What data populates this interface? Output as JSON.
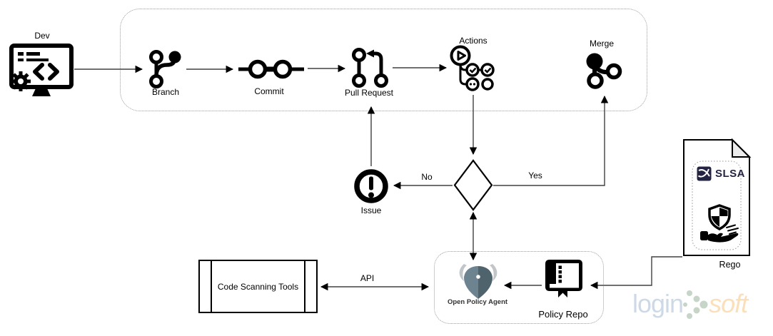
{
  "nodes": {
    "dev": "Dev",
    "branch": "Branch",
    "commit": "Commit",
    "pull_request": "Pull Request",
    "actions": "Actions",
    "merge": "Merge",
    "issue": "Issue",
    "open_policy_agent": "Open Policy Agent",
    "policy_repo": "Policy Repo",
    "code_scanning_tools": "Code Scanning Tools",
    "rego": "Rego",
    "slsa": "SLSA"
  },
  "edges": {
    "no": "No",
    "yes": "Yes",
    "api": "API"
  },
  "watermark": {
    "login": "login",
    "soft": "soft"
  },
  "colors": {
    "connector": "#404040",
    "opa_horn": "#c2c6c8",
    "opa_face_left": "#6d8390",
    "opa_face_right": "#4f636d",
    "slsa_navy": "#232342",
    "watermark_login": "#cdd9e6",
    "watermark_dots": "#c7d4c8",
    "watermark_soft": "#fbdfba"
  }
}
